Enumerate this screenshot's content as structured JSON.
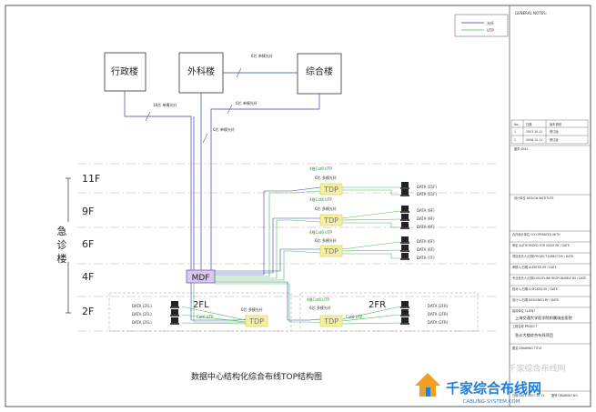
{
  "legend": {
    "fiber": "光纤",
    "utp": "UTP"
  },
  "buildings": {
    "admin": "行政楼",
    "surgery": "外科楼",
    "complex": "综合楼"
  },
  "links": {
    "complex_to_surgery": "6芯 单模光纤",
    "admin_to_surgery": "18芯 单模光纤",
    "complex_to_mdf": "6芯 单模光纤",
    "surgery_down": "6芯 单模光纤"
  },
  "floors": [
    "11F",
    "9F",
    "6F",
    "4F",
    "2F"
  ],
  "building_name_vertical": [
    "急",
    "诊",
    "楼"
  ],
  "mdf_label": "MDF",
  "tdp_label": "TDP",
  "zone_left": "2FL",
  "zone_right": "2FR",
  "branch_labels": {
    "utp": "4根Cat6 UTP",
    "fiber": "6芯 多模光纤",
    "utp_2fl": "Cat6 UTP",
    "fiber_2fl": "6芯 多模光纤",
    "utp_2fr": "4根Cat6 UTP",
    "fiber_2fr": "6芯 多模光纤",
    "cat6_2fr": "Cat6 UTP"
  },
  "data_outlets": {
    "f11": [
      "DATA (11F)",
      "DATA (11F)"
    ],
    "f9": [
      "DATA (9F)",
      "DATA (9F)",
      "DATA (9F)"
    ],
    "f6": [
      "DATA (6F)",
      "DATA (6F)",
      "DATA (7F)"
    ],
    "f2l": [
      "DATA (2FL)",
      "DATA (2FL)",
      "DATA (2FL)"
    ],
    "f2r": [
      "DATA (2FR)",
      "DATA (2FR)",
      "DATA (2FR)"
    ]
  },
  "caption": "数据中心结构化综合布线TOP结构图",
  "title_block": {
    "general_notes": "GENERAL NOTES:",
    "rev_rows": [
      [
        "No.",
        "日期",
        "版本说明"
      ],
      [
        "1",
        "2007.10.11",
        "修订版"
      ],
      [
        "2",
        "2008.12.11",
        "修订版"
      ]
    ],
    "seal_label": "图章 SEAL",
    "design_institute": "设计单位 DESIGN INSTITUTE",
    "roles": [
      "合作设计单位 CO-OPERATED WITH",
      "审定 AUTHORIZED FOR ISSUE BY / DATE",
      "项目负责人/日期 PROJECT DIRECTOR / DATE",
      "审核人/日期 AUDITED BY / DATE",
      "专业负责人/日期 DISCIPLINE RESPONSIBLE BY / DATE",
      "校对人/日期 CHECKED BY / DATE",
      "设计人/日期 DESIGNED BY / DATE"
    ],
    "client_label": "建设单位 CLIENT",
    "client_name": "上海交通大学医学院附属瑞金医院",
    "project_label": "工程名称 PROJECT",
    "project_name": "急诊大楼综合布线项目",
    "drawing_title_label": "图名 DRAWING TITLE",
    "date_label": "日期 DATE",
    "date_value": "2007.10.11",
    "drawing_no_label": "图号 DRAWING NO."
  },
  "watermark": {
    "top": "千家综合布线网",
    "brand": "千家综合布线网",
    "url": "CABLING-SYSTEM.COM"
  }
}
